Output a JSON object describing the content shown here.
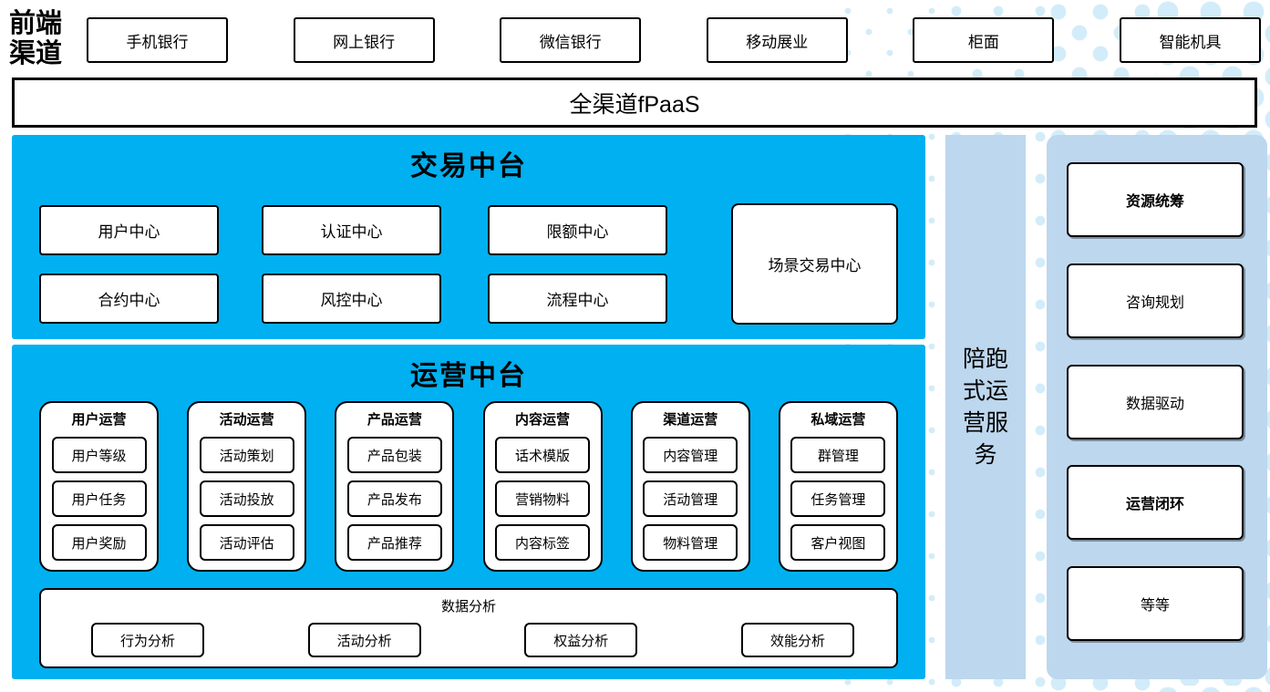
{
  "palette": {
    "section_blue": "#00B0F0",
    "panel_light_blue": "#BDD7EE",
    "dot_pattern_blue": "#D3ECF9",
    "border_black": "#000000"
  },
  "front_channels": {
    "label": "前端渠道",
    "items": [
      "手机银行",
      "网上银行",
      "微信银行",
      "移动展业",
      "柜面",
      "智能机具"
    ]
  },
  "fpaas_bar": {
    "label": "全渠道fPaaS"
  },
  "transaction_platform": {
    "title": "交易中台",
    "rows": [
      [
        "用户中心",
        "认证中心",
        "限额中心"
      ],
      [
        "合约中心",
        "风控中心",
        "流程中心"
      ]
    ],
    "scene_box": "场景交易中心"
  },
  "operation_platform": {
    "title": "运营中台",
    "columns": [
      {
        "title": "用户运营",
        "items": [
          "用户等级",
          "用户任务",
          "用户奖励"
        ]
      },
      {
        "title": "活动运营",
        "items": [
          "活动策划",
          "活动投放",
          "活动评估"
        ]
      },
      {
        "title": "产品运营",
        "items": [
          "产品包装",
          "产品发布",
          "产品推荐"
        ]
      },
      {
        "title": "内容运营",
        "items": [
          "话术模版",
          "营销物料",
          "内容标签"
        ]
      },
      {
        "title": "渠道运营",
        "items": [
          "内容管理",
          "活动管理",
          "物料管理"
        ]
      },
      {
        "title": "私域运营",
        "items": [
          "群管理",
          "任务管理",
          "客户视图"
        ]
      }
    ],
    "analysis": {
      "title": "数据分析",
      "items": [
        "行为分析",
        "活动分析",
        "权益分析",
        "效能分析"
      ]
    }
  },
  "service_bar": {
    "label": "陪跑式运营服务"
  },
  "right_panel": {
    "items": [
      "资源统筹",
      "咨询规划",
      "数据驱动",
      "运营闭环",
      "等等"
    ]
  }
}
